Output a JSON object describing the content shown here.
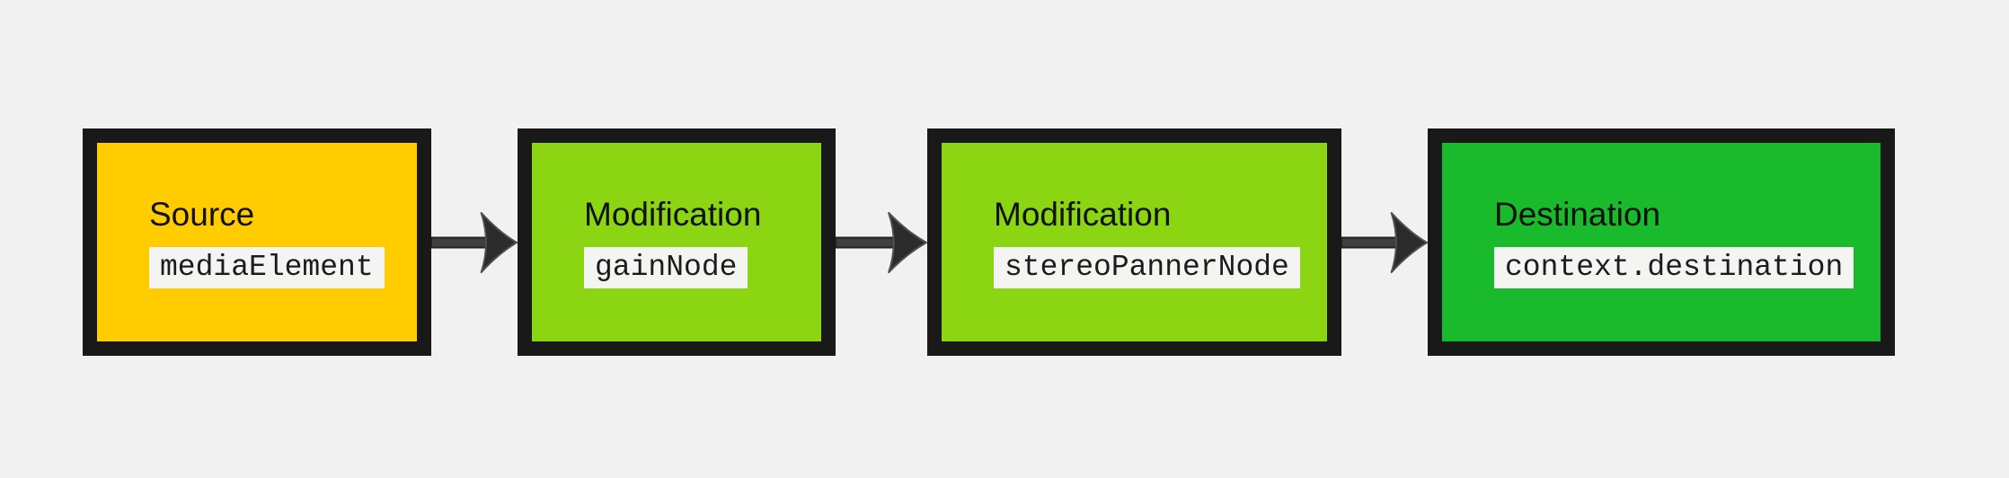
{
  "canvas": {
    "background_color": "#f1f1f1"
  },
  "diagram": {
    "title": "audio-node-graph",
    "border_color": "#191919",
    "code_background": "#f4f4f2",
    "title_color": "#111111",
    "code_color": "#1c1c1c",
    "arrow": {
      "shaft_fill": "#3f3f3f",
      "head_fill": "#2b2b2b",
      "outline": "#232323"
    },
    "nodes": [
      {
        "title": "Source",
        "code": "mediaElement",
        "fill": "#ffcc00"
      },
      {
        "title": "Modification",
        "code": "gainNode",
        "fill": "#8bd512"
      },
      {
        "title": "Modification",
        "code": "stereoPannerNode",
        "fill": "#8bd512"
      },
      {
        "title": "Destination",
        "code": "context.destination",
        "fill": "#19ba2b"
      }
    ]
  }
}
